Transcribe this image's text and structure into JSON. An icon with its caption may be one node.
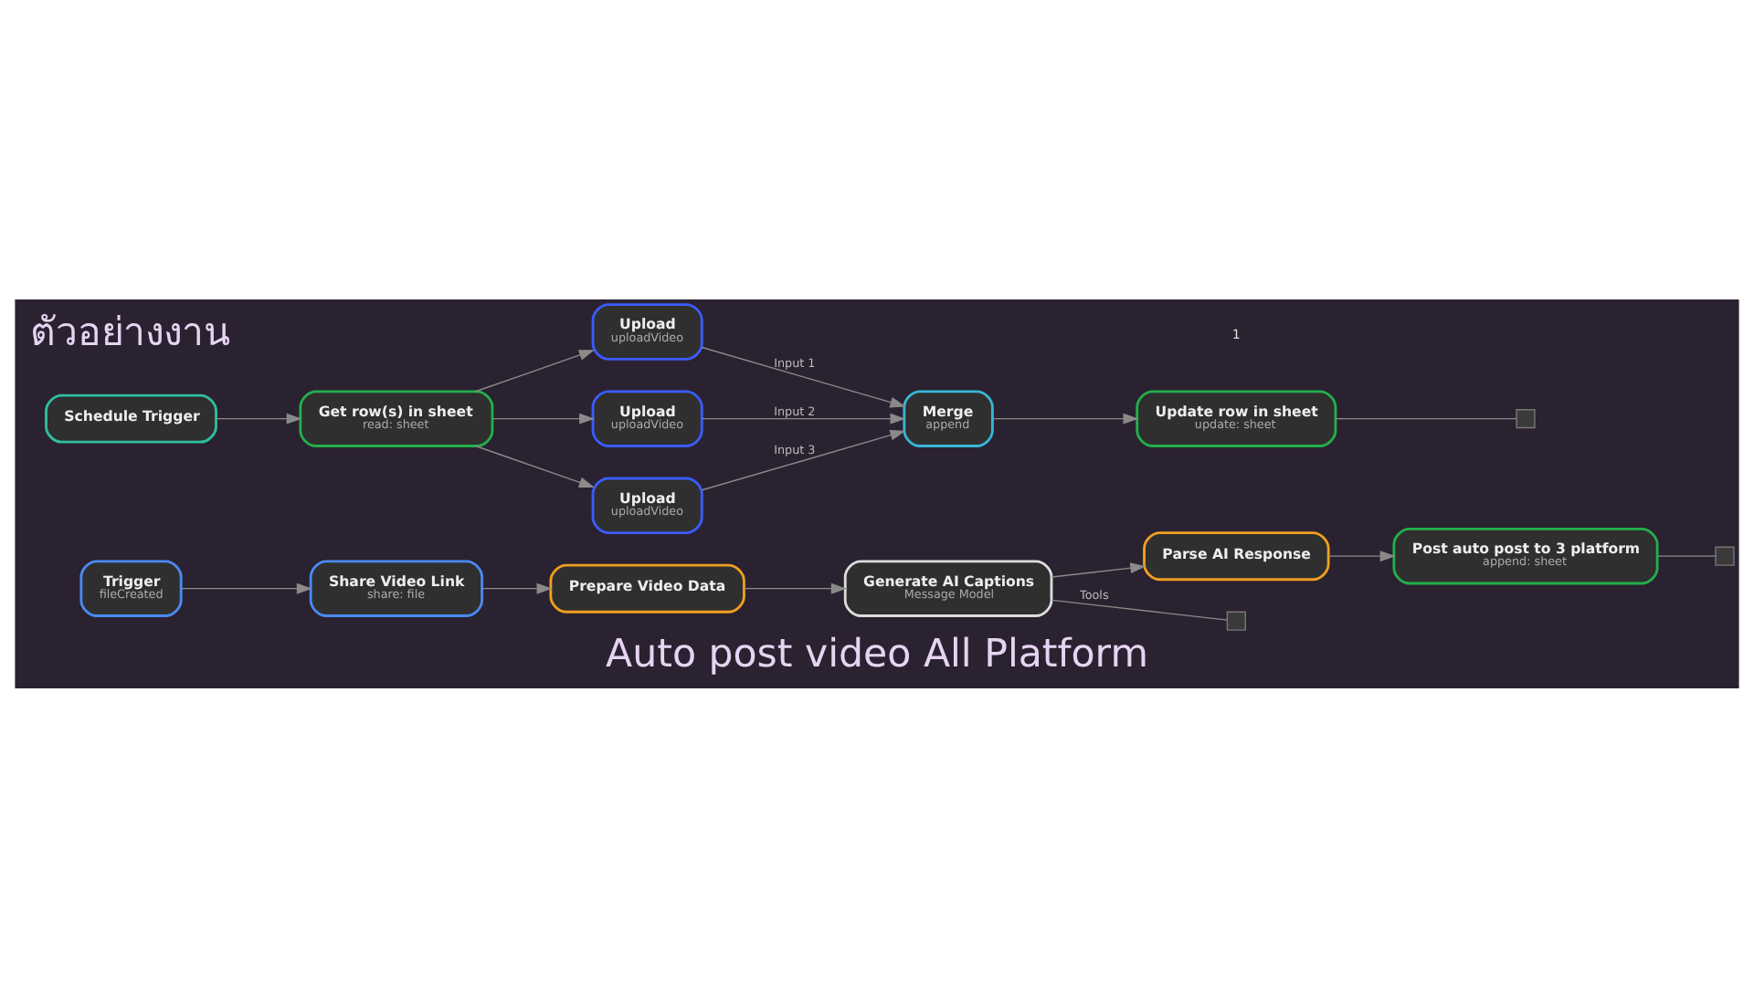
{
  "diagram": {
    "title": "ตัวอย่างงาน",
    "caption": "Auto post video All Platform",
    "nodes": [
      {
        "text": [
          "Trigger",
          "fileCreated"
        ]
      },
      {
        "text": [
          "Share Video Link",
          "share: file"
        ]
      },
      {
        "text": [
          "Prepare Video Data"
        ]
      },
      {
        "text": [
          "Generate AI Captions",
          "Message Model"
        ]
      },
      {
        "text": [
          "Parse AI Response"
        ]
      },
      {
        "text": [
          "Post auto post to 3 platform",
          "append: sheet"
        ]
      },
      {
        "text": [],
        "shape": "box"
      },
      {
        "text": [],
        "shape": "box"
      },
      {
        "text": [
          "Schedule Trigger"
        ]
      },
      {
        "text": [
          "Get row(s) in sheet",
          "read: sheet"
        ]
      },
      {
        "text": [
          "Upload",
          "uploadVideo"
        ]
      },
      {
        "text": [
          "Upload",
          "uploadVideo"
        ]
      },
      {
        "text": [
          "Upload",
          "uploadVideo"
        ]
      },
      {
        "text": [
          "Merge",
          "append"
        ]
      },
      {
        "text": [
          "Update row in sheet",
          "update: sheet"
        ]
      },
      {
        "text": [],
        "shape": "box"
      }
    ],
    "edges": [
      {
        "from": 0,
        "to": 1,
        "arrow": "to"
      },
      {
        "from": 1,
        "to": 2,
        "arrow": "to"
      },
      {
        "from": 2,
        "to": 3,
        "arrow": "to"
      },
      {
        "from": 3,
        "to": 4,
        "arrow": "to"
      },
      {
        "from": 4,
        "to": 5,
        "arrow": "to"
      },
      {
        "from": 5,
        "to": 6,
        "arrow": "none"
      },
      {
        "from": 3,
        "to": 7,
        "label": "Tools",
        "arrow": "none"
      },
      {
        "from": 8,
        "to": 9,
        "arrow": "to"
      },
      {
        "from": 9,
        "to": 10,
        "arrow": "to"
      },
      {
        "from": 9,
        "to": 11,
        "arrow": "to"
      },
      {
        "from": 9,
        "to": 12,
        "arrow": "to"
      },
      {
        "from": 10,
        "to": 13,
        "label": "Input 1",
        "arrow": "to"
      },
      {
        "from": 11,
        "to": 13,
        "label": "Input 2",
        "arrow": "to"
      },
      {
        "from": 12,
        "to": 13,
        "label": "Input 3",
        "arrow": "to"
      },
      {
        "from": 13,
        "to": 14,
        "arrow": "to"
      },
      {
        "from": 14,
        "to": 15,
        "arrow": "none"
      }
    ],
    "labels": [
      "1"
    ]
  }
}
